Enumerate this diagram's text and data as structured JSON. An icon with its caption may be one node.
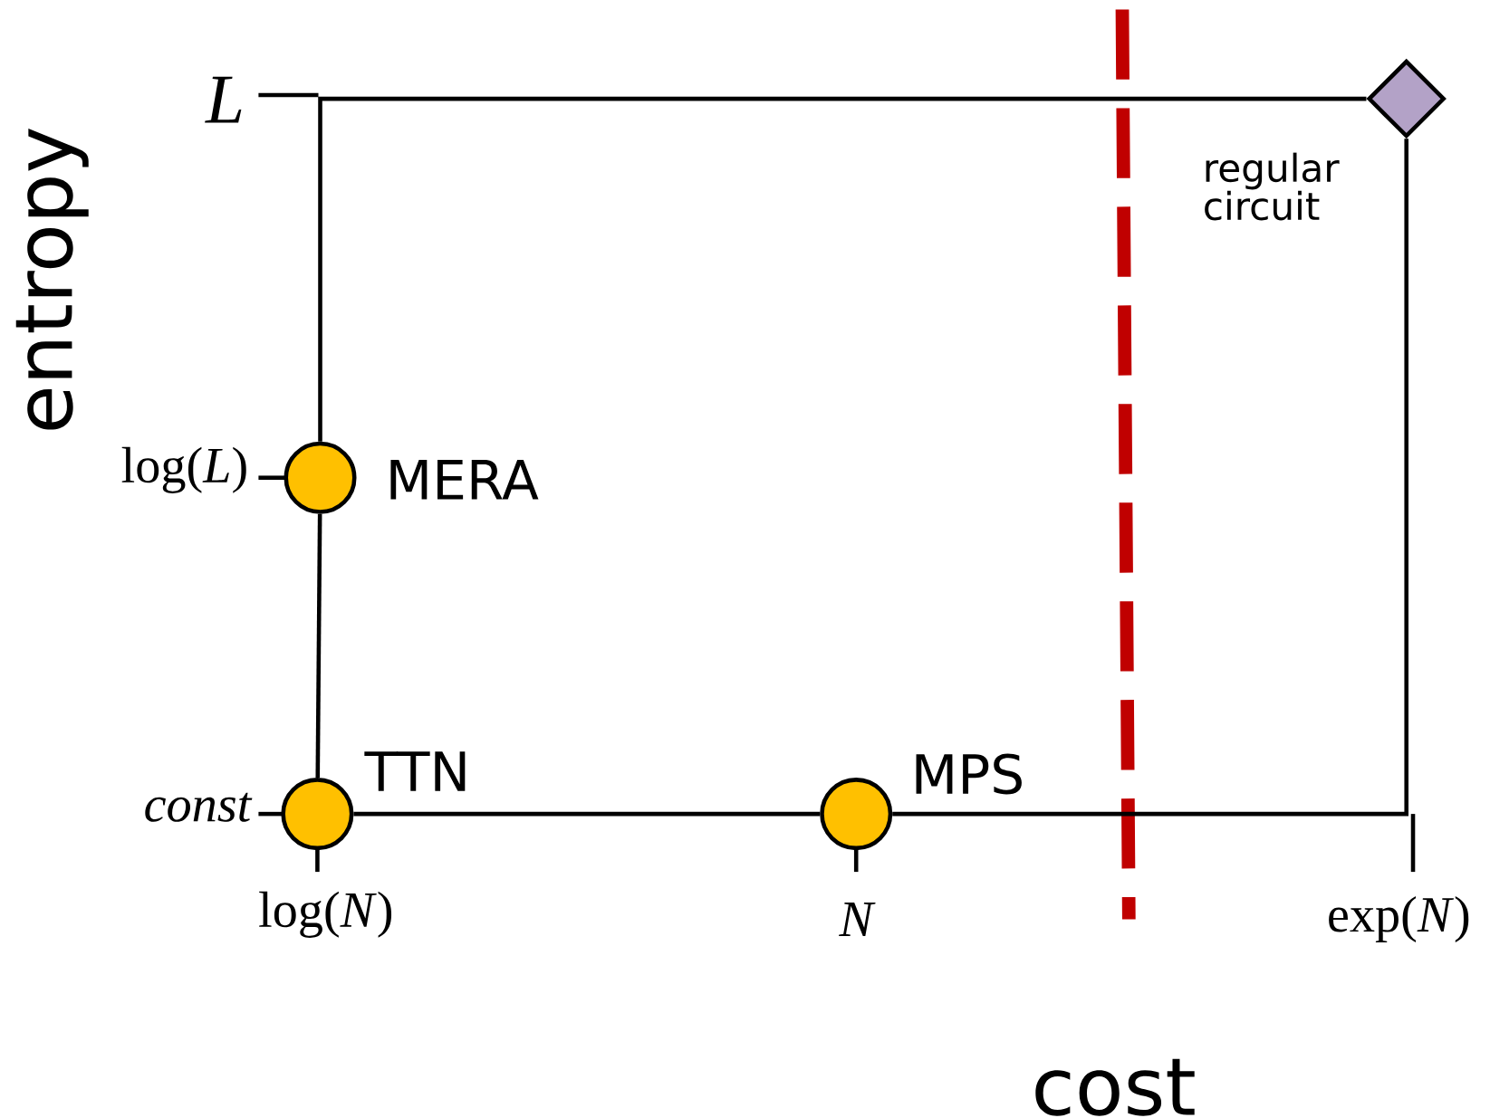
{
  "diagram": {
    "nodes": [
      {
        "text": [],
        "shape": "diamond",
        "beside": [
          "regular circuit"
        ]
      },
      {
        "text": [],
        "shape": "circle",
        "beside": [
          "MERA"
        ]
      },
      {
        "text": [],
        "shape": "circle",
        "beside": [
          "TTN"
        ]
      },
      {
        "text": [],
        "shape": "circle",
        "beside": [
          "MPS"
        ]
      }
    ],
    "edges": [
      {
        "from": 1,
        "to": 0,
        "arrow": "none"
      },
      {
        "from": 2,
        "to": 1,
        "arrow": "none"
      },
      {
        "from": 2,
        "to": 3,
        "arrow": "none"
      },
      {
        "from": 3,
        "to": 0,
        "arrow": "none"
      }
    ],
    "labels": [
      "L",
      "entropy",
      "log(*L*)",
      "const",
      "log(*N*)",
      "N",
      "exp(*N*)",
      "cost"
    ]
  }
}
